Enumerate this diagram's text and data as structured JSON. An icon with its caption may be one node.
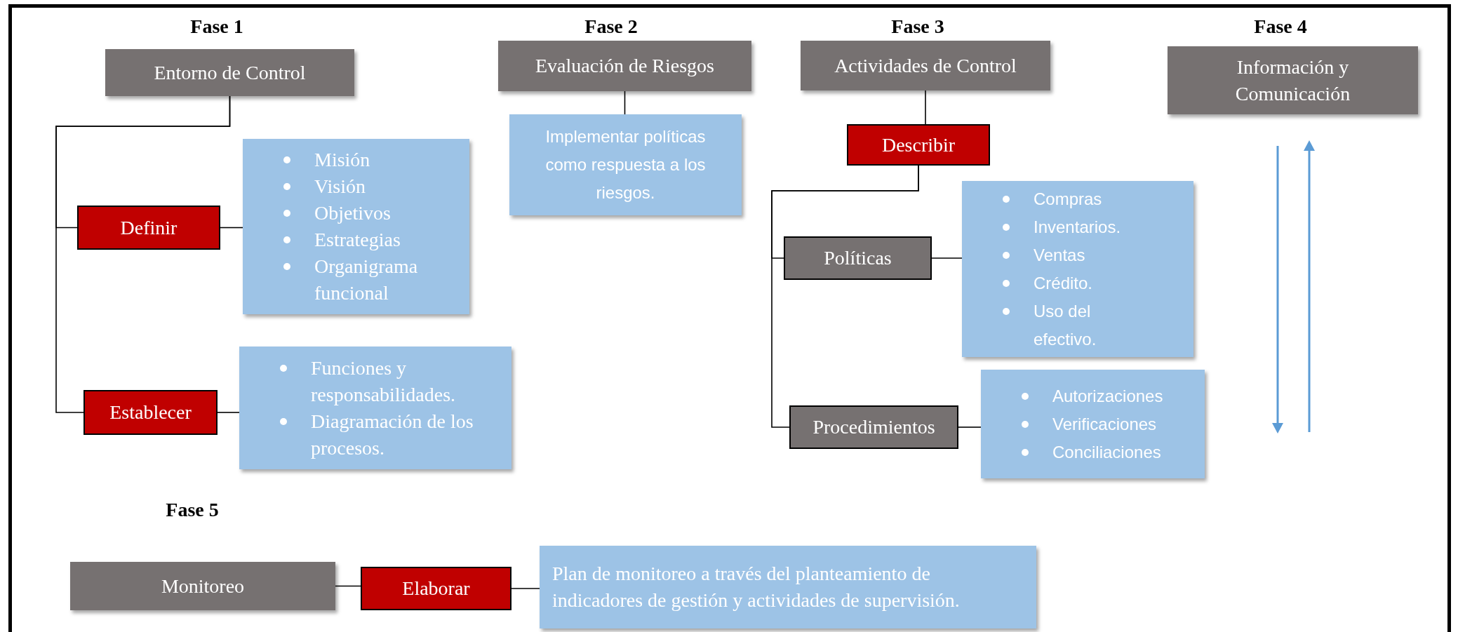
{
  "diagram": {
    "nodes": [
      {
        "text": [
          "Entorno de Control"
        ]
      },
      {
        "text": [
          "Definir"
        ]
      },
      {
        "text": [
          "Misión",
          "Visión",
          "Objetivos",
          "Estrategias",
          "Organigrama funcional"
        ]
      },
      {
        "text": [
          "Establecer"
        ]
      },
      {
        "text": [
          "Funciones y responsabilidades.",
          "Diagramación de los procesos."
        ]
      },
      {
        "text": [
          "Evaluación de Riesgos"
        ]
      },
      {
        "text": [
          "Implementar políticas como respuesta a los riesgos."
        ]
      },
      {
        "text": [
          "Actividades de Control"
        ]
      },
      {
        "text": [
          "Describir"
        ]
      },
      {
        "text": [
          "Políticas"
        ]
      },
      {
        "text": [
          "Compras",
          "Inventarios.",
          "Ventas",
          "Crédito.",
          "Uso del efectivo."
        ]
      },
      {
        "text": [
          "Procedimientos"
        ]
      },
      {
        "text": [
          "Autorizaciones",
          "Verificaciones",
          "Conciliaciones"
        ]
      },
      {
        "text": [
          "Información y Comunicación"
        ]
      },
      {
        "text": [
          "Monitoreo"
        ]
      },
      {
        "text": [
          "Elaborar"
        ]
      },
      {
        "text": [
          "Plan de monitoreo a través del planteamiento de indicadores de gestión y actividades de supervisión."
        ]
      }
    ],
    "edges": [
      {
        "from": 0,
        "to": 1,
        "arrow": "none"
      },
      {
        "from": 0,
        "to": 3,
        "arrow": "none"
      },
      {
        "from": 1,
        "to": 2,
        "arrow": "none"
      },
      {
        "from": 3,
        "to": 4,
        "arrow": "none"
      },
      {
        "from": 5,
        "to": 6,
        "arrow": "none"
      },
      {
        "from": 7,
        "to": 8,
        "arrow": "none"
      },
      {
        "from": 8,
        "to": 9,
        "arrow": "none"
      },
      {
        "from": 8,
        "to": 11,
        "arrow": "none"
      },
      {
        "from": 9,
        "to": 10,
        "arrow": "none"
      },
      {
        "from": 11,
        "to": 12,
        "arrow": "none"
      },
      {
        "from": 14,
        "to": 15,
        "arrow": "none"
      },
      {
        "from": 15,
        "to": 16,
        "arrow": "none"
      }
    ],
    "labels": [
      "Fase 1",
      "Fase 2",
      "Fase 3",
      "Fase 4",
      "Fase 5"
    ]
  }
}
